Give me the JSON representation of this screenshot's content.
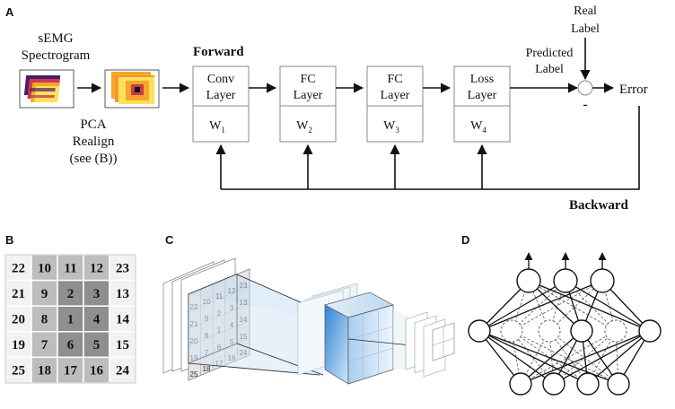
{
  "panels": {
    "a": "A",
    "b": "B",
    "c": "C",
    "d": "D"
  },
  "pipeline": {
    "input_label_1": "sEMG",
    "input_label_2": "Spectrogram",
    "pca_label_1": "PCA",
    "pca_label_2": "Realign",
    "pca_label_3": "(see (B))",
    "forward": "Forward",
    "backward": "Backward",
    "layers": [
      {
        "line1": "Conv",
        "line2": "Layer",
        "weight": "W",
        "sub": "1"
      },
      {
        "line1": "FC",
        "line2": "Layer",
        "weight": "W",
        "sub": "2"
      },
      {
        "line1": "FC",
        "line2": "Layer",
        "weight": "W",
        "sub": "3"
      },
      {
        "line1": "Loss",
        "line2": "Layer",
        "weight": "W",
        "sub": "4"
      }
    ],
    "predicted_1": "Predicted",
    "predicted_2": "Label",
    "real_1": "Real",
    "real_2": "Label",
    "minus": "-",
    "error": "Error"
  },
  "grid": {
    "rows": [
      [
        "22",
        "10",
        "11",
        "12",
        "23"
      ],
      [
        "21",
        "9",
        "2",
        "3",
        "13"
      ],
      [
        "20",
        "8",
        "1",
        "4",
        "14"
      ],
      [
        "19",
        "7",
        "6",
        "5",
        "15"
      ],
      [
        "25",
        "18",
        "17",
        "16",
        "24"
      ]
    ],
    "shades": [
      [
        "#f2f2f2",
        "#bdbdbd",
        "#bdbdbd",
        "#bdbdbd",
        "#f2f2f2"
      ],
      [
        "#f2f2f2",
        "#bdbdbd",
        "#8f8f8f",
        "#8f8f8f",
        "#f2f2f2"
      ],
      [
        "#f2f2f2",
        "#bdbdbd",
        "#8f8f8f",
        "#8f8f8f",
        "#f2f2f2"
      ],
      [
        "#f2f2f2",
        "#bdbdbd",
        "#8f8f8f",
        "#8f8f8f",
        "#f2f2f2"
      ],
      [
        "#f2f2f2",
        "#bdbdbd",
        "#bdbdbd",
        "#bdbdbd",
        "#f2f2f2"
      ]
    ]
  },
  "colors": {
    "spectro_dark": "#4b1c6b",
    "spectro_mid": "#c43c4e",
    "spectro_hot": "#f7a62a",
    "spectro_light": "#fde15a",
    "cube_blue": "#3d8fd9"
  }
}
